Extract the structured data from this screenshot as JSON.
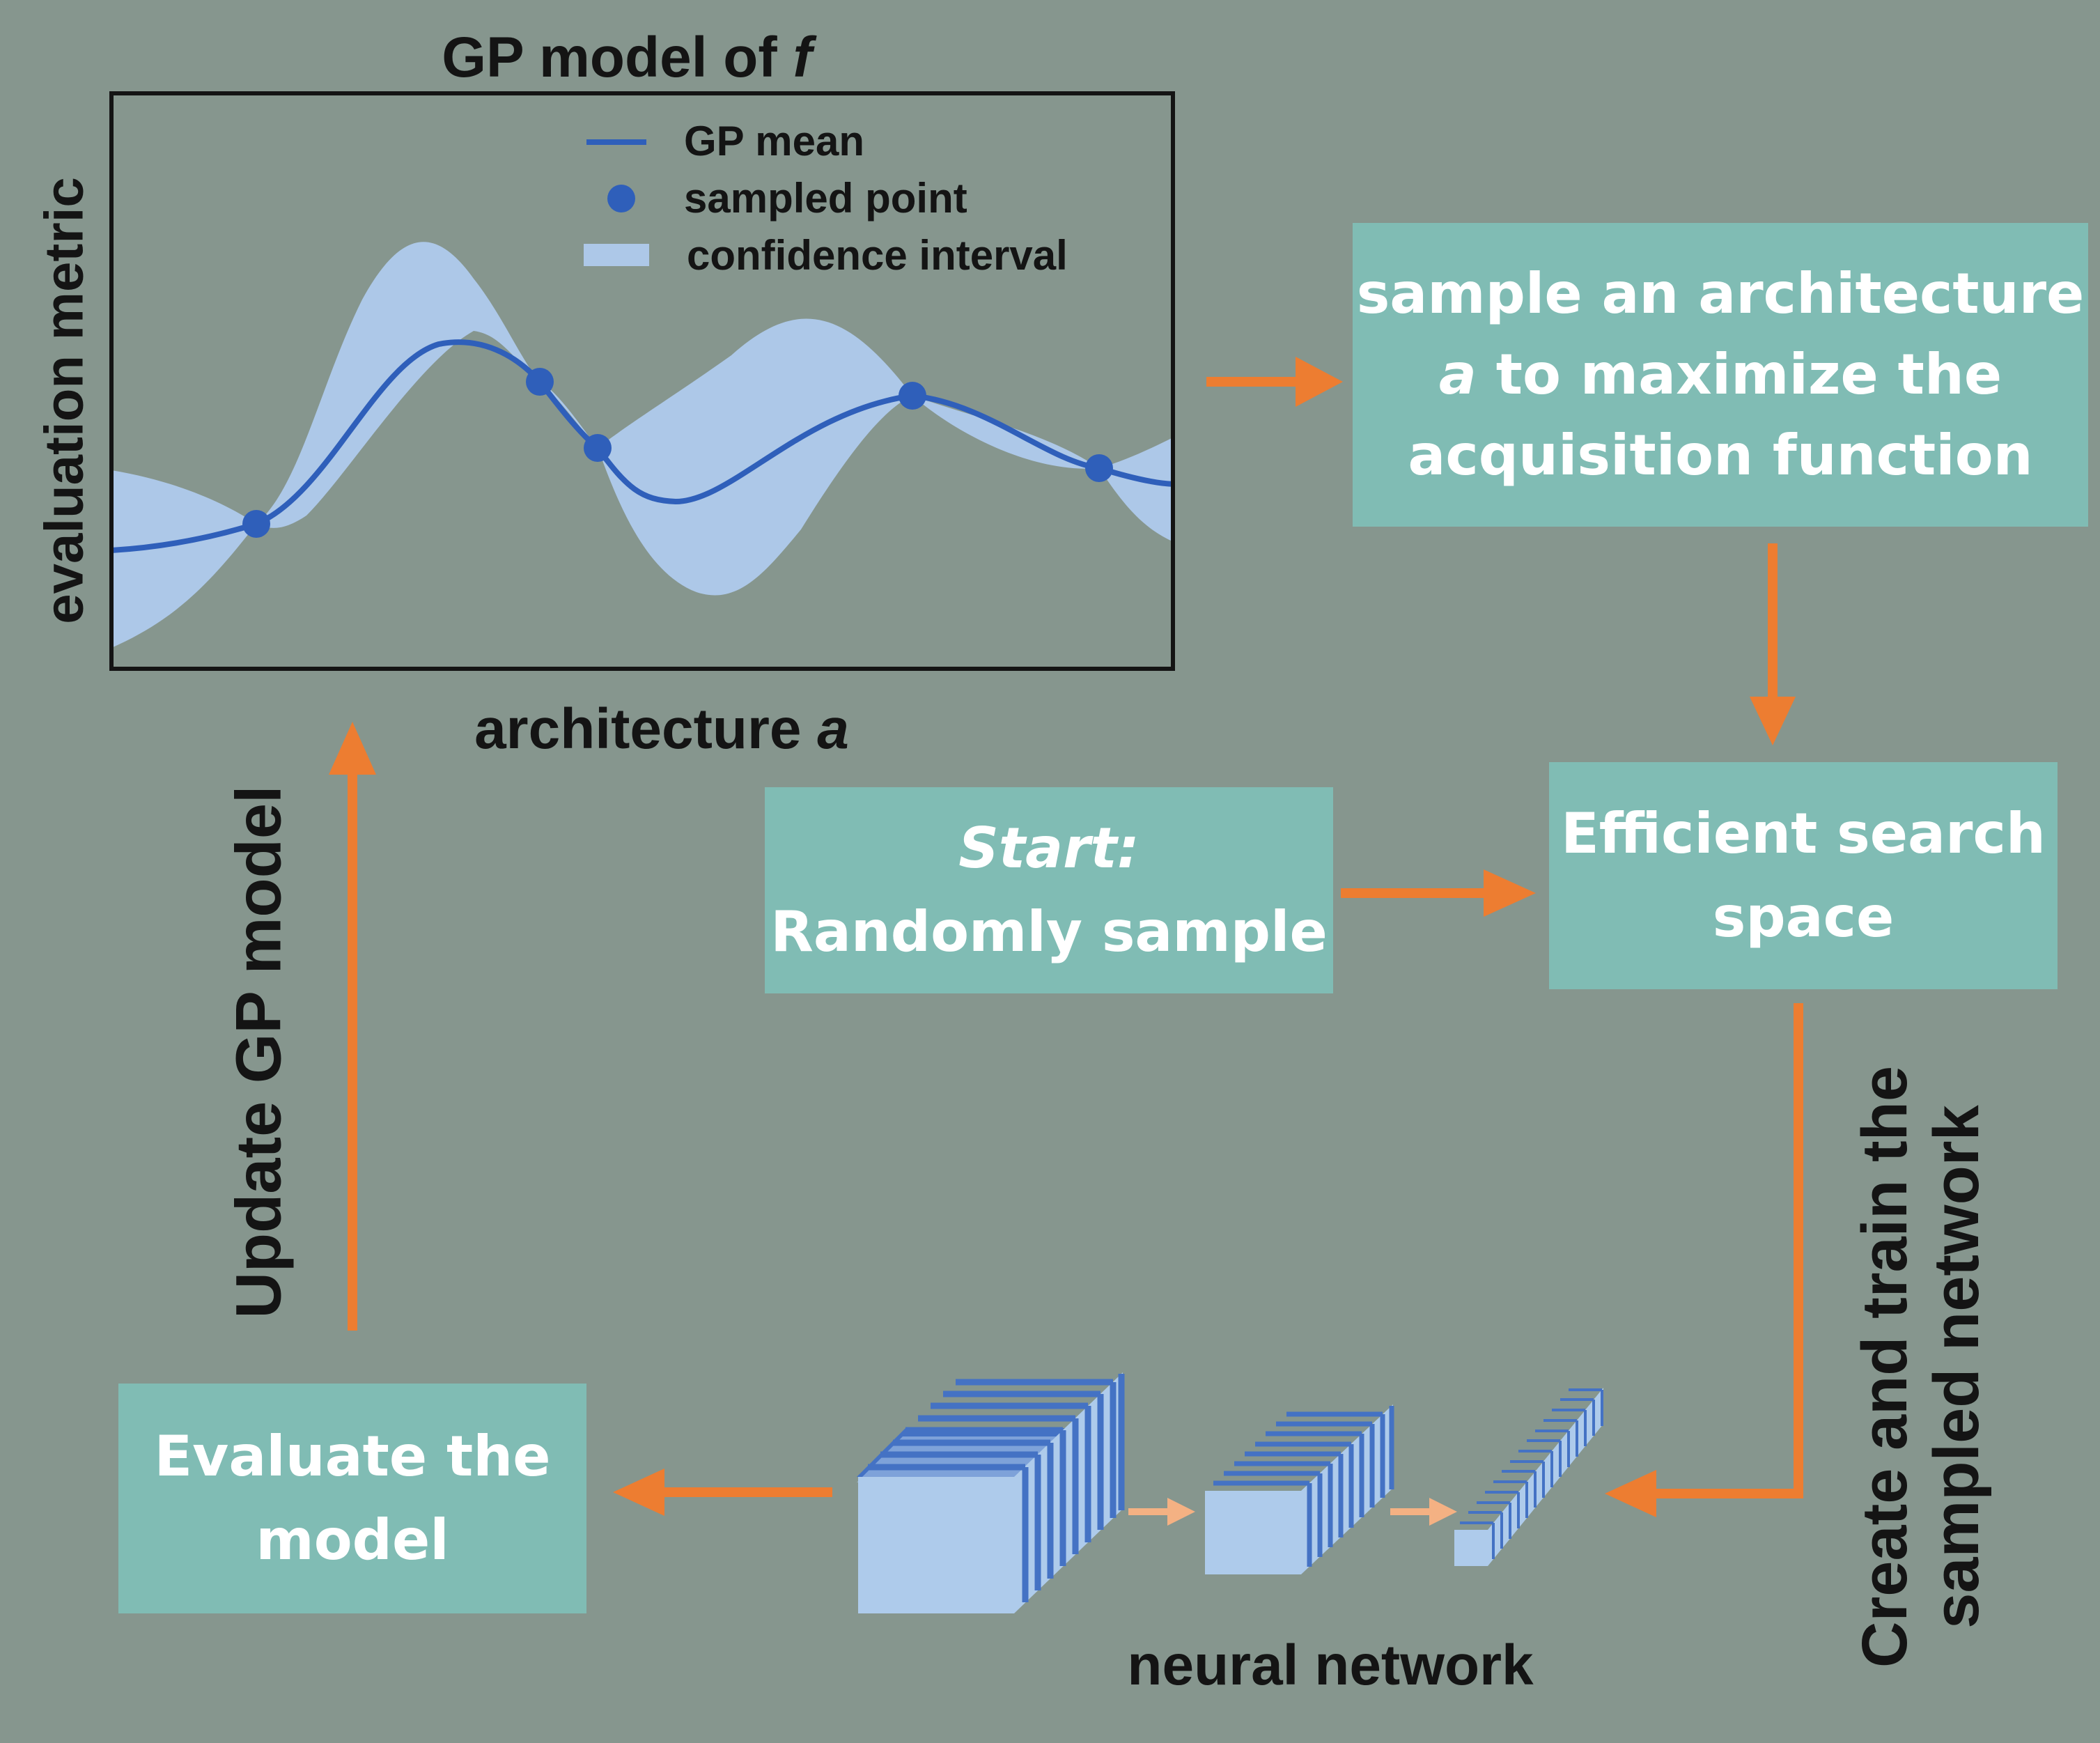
{
  "gp_plot": {
    "title": "GP model of",
    "title_var": "f",
    "ylabel": "evaluation metric",
    "xlabel": "architecture",
    "xlabel_var": "a",
    "legend": {
      "mean": "GP mean",
      "sampled": "sampled point",
      "ci": "confidence interval"
    },
    "colors": {
      "mean": "#2f5fba",
      "ci": "#adc8e8",
      "axes": "#141414"
    }
  },
  "boxes": {
    "acquisition": {
      "line1": "sample an architecture",
      "line2_var": "a",
      "line2_rest": " to maximize the",
      "line3": "acquisition function"
    },
    "start": {
      "line1": "Start:",
      "line2": "Randomly sample"
    },
    "search_space": {
      "line1": "Efficient search",
      "line2": "space"
    },
    "evaluate": {
      "line1": "Evaluate the",
      "line2": "model"
    }
  },
  "labels": {
    "update": "Update GP model",
    "create_line1": "Create and train the",
    "create_line2": "sampled network",
    "nn": "neural network"
  },
  "colors": {
    "background": "#86968e",
    "box": "#80bcb4",
    "arrow": "#ed7d31",
    "arrow_light": "#f4b183",
    "nn_face": "#aecbeb",
    "nn_stripe": "#4472c4"
  }
}
